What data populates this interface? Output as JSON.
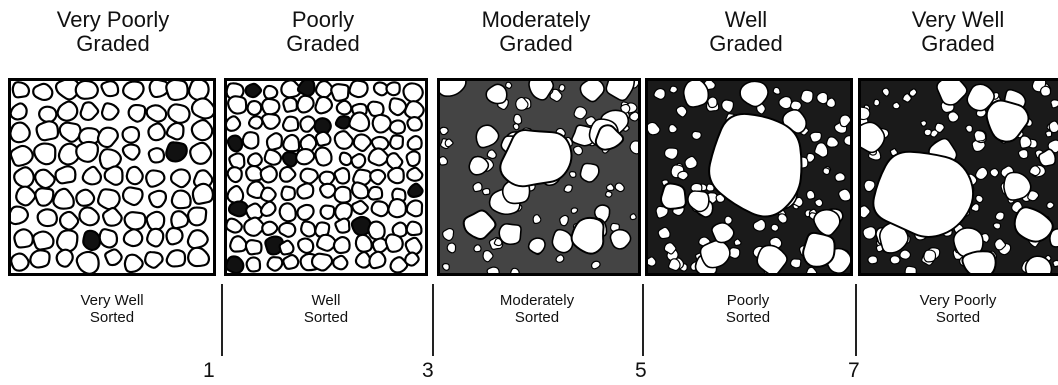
{
  "gradation": [
    {
      "line1": "Very Poorly",
      "line2": "Graded"
    },
    {
      "line1": "Poorly",
      "line2": "Graded"
    },
    {
      "line1": "Moderately",
      "line2": "Graded"
    },
    {
      "line1": "Well",
      "line2": "Graded"
    },
    {
      "line1": "Very Well",
      "line2": "Graded"
    }
  ],
  "sorting": [
    {
      "line1": "Very Well",
      "line2": "Sorted"
    },
    {
      "line1": "Well",
      "line2": "Sorted"
    },
    {
      "line1": "Moderately",
      "line2": "Sorted"
    },
    {
      "line1": "Poorly",
      "line2": "Sorted"
    },
    {
      "line1": "Very Poorly",
      "line2": "Sorted"
    }
  ],
  "scale_numbers": [
    "1",
    "3",
    "5",
    "7"
  ]
}
